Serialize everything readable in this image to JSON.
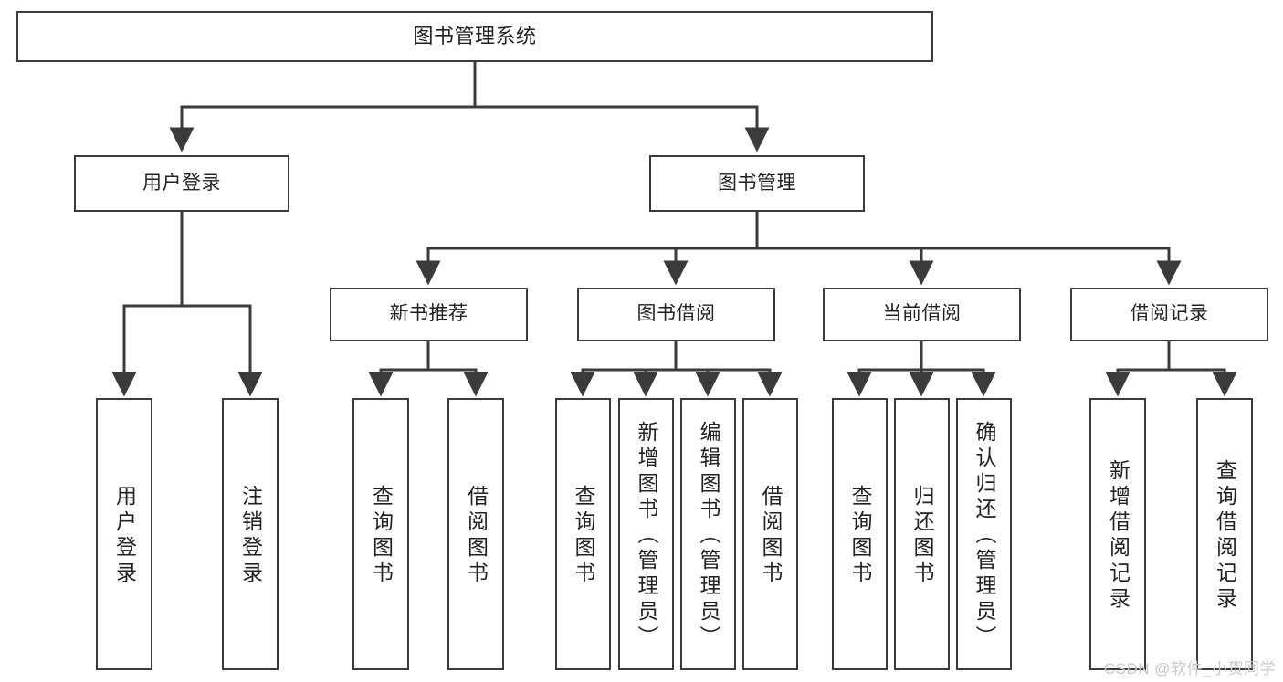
{
  "diagram": {
    "type": "tree-hierarchy-diagram",
    "title": "图书管理系统",
    "root": {
      "label": "图书管理系统"
    },
    "level2": [
      {
        "id": "user-login",
        "label": "用户登录"
      },
      {
        "id": "book-manage",
        "label": "图书管理"
      }
    ],
    "level3": [
      {
        "id": "new-book-recommend",
        "label": "新书推荐"
      },
      {
        "id": "book-borrow",
        "label": "图书借阅"
      },
      {
        "id": "current-borrow",
        "label": "当前借阅"
      },
      {
        "id": "borrow-record",
        "label": "借阅记录"
      }
    ],
    "leaves": {
      "user_login": [
        {
          "id": "leaf-user-login",
          "label": "用户登录"
        },
        {
          "id": "leaf-logout-login",
          "label": "注销登录"
        }
      ],
      "new_book_recommend": [
        {
          "id": "leaf-query-book-1",
          "label": "查询图书"
        },
        {
          "id": "leaf-borrow-book-1",
          "label": "借阅图书"
        }
      ],
      "book_borrow": [
        {
          "id": "leaf-query-book-2",
          "label": "查询图书"
        },
        {
          "id": "leaf-add-book-admin",
          "label": "新增图书（管理员）"
        },
        {
          "id": "leaf-edit-book-admin",
          "label": "编辑图书（管理员）"
        },
        {
          "id": "leaf-borrow-book-2",
          "label": "借阅图书"
        }
      ],
      "current_borrow": [
        {
          "id": "leaf-query-book-3",
          "label": "查询图书"
        },
        {
          "id": "leaf-return-book",
          "label": "归还图书"
        },
        {
          "id": "leaf-confirm-return-admin",
          "label": "确认归还（管理员）"
        }
      ],
      "borrow_record": [
        {
          "id": "leaf-add-borrow-record",
          "label": "新增借阅记录"
        },
        {
          "id": "leaf-query-borrow-record",
          "label": "查询借阅记录"
        }
      ]
    }
  },
  "watermark": {
    "text": "CSDN @软件_小贺同学"
  },
  "colors": {
    "stroke": "#3b3b3b",
    "background": "#ffffff",
    "text": "#222222",
    "watermark": "#c9c9c9"
  }
}
